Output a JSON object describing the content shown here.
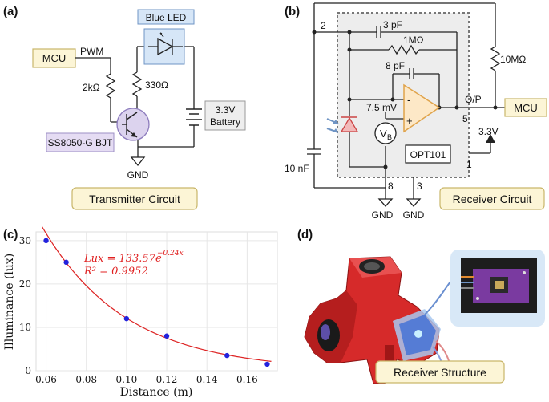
{
  "panels": {
    "a": {
      "letter": "(a)",
      "mcu": "MCU",
      "pwm": "PWM",
      "r1": "2kΩ",
      "r2": "330Ω",
      "led": "Blue LED",
      "battery_line1": "3.3V",
      "battery_line2": "Battery",
      "bjt": "SS8050-G BJT",
      "gnd": "GND",
      "caption": "Transmitter Circuit"
    },
    "b": {
      "letter": "(b)",
      "pin2": "2",
      "pin5": "5",
      "pin1": "1",
      "pin8": "8",
      "pin3": "3",
      "c1": "3 pF",
      "r1": "1MΩ",
      "c2": "8 pF",
      "r2": "10MΩ",
      "vref": "7.5 mV",
      "vb_main": "V",
      "vb_sub": "B",
      "op": "O/P",
      "mcu": "MCU",
      "v33": "3.3V",
      "chip": "OPT101",
      "c3": "10 nF",
      "gnd1": "GND",
      "gnd2": "GND",
      "minus": "-",
      "plus": "+",
      "caption": "Receiver Circuit"
    },
    "c": {
      "letter": "(c)",
      "equation_lhs": "Lux = 133.57e",
      "equation_exp": "−0.24x",
      "r2_label": "R² = 0.9952"
    },
    "d": {
      "letter": "(d)",
      "caption": "Receiver Structure"
    }
  },
  "chart_data": {
    "type": "scatter",
    "xlabel": "Distance (m)",
    "ylabel": "Illuminance (lux)",
    "xlim": [
      0.055,
      0.175
    ],
    "ylim": [
      0,
      32
    ],
    "xticks": [
      0.06,
      0.08,
      0.1,
      0.12,
      0.14,
      0.16
    ],
    "xtick_labels": [
      "0.06",
      "0.08",
      "0.10",
      "0.12",
      "0.14",
      "0.16"
    ],
    "yticks": [
      0,
      10,
      20,
      30
    ],
    "ytick_labels": [
      "0",
      "10",
      "20",
      "30"
    ],
    "grid": true,
    "series": [
      {
        "x": [
          0.06,
          0.07,
          0.1,
          0.12,
          0.15,
          0.17
        ],
        "y": [
          30.0,
          25.0,
          12.0,
          8.0,
          3.5,
          1.5
        ],
        "color": "#2222dd"
      }
    ],
    "fit": {
      "a": 133.57,
      "b": -24.0,
      "color": "#dd2222"
    }
  },
  "colors": {
    "box_fill": "#fcf5d6",
    "box_stroke": "#c9b66a",
    "led_fill": "#d6e6f7",
    "led_stroke": "#6f94c4",
    "opamp_fill": "#fde8c7",
    "opamp_stroke": "#e0a34a",
    "chip_bg": "#ededed",
    "photo_bg": "#d8e8f7",
    "part_red": "#d62a2a"
  }
}
